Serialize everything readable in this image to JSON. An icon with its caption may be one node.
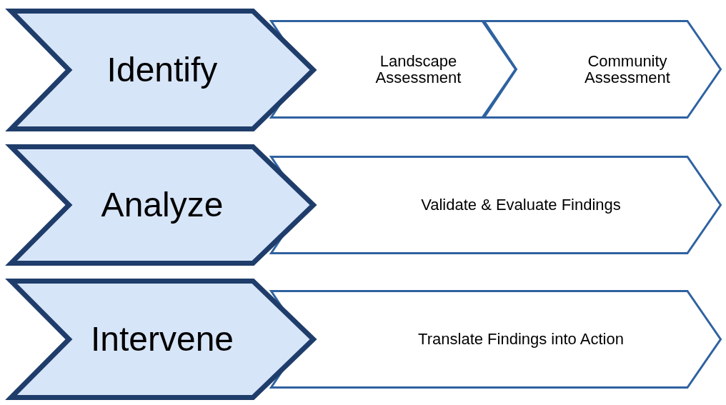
{
  "diagram": {
    "nodes": [
      {
        "text": [
          "Identify"
        ]
      },
      {
        "text": [
          "Landscape Assessment"
        ]
      },
      {
        "text": [
          "Community Assessment"
        ]
      },
      {
        "text": [
          "Analyze"
        ]
      },
      {
        "text": [
          "Validate & Evaluate Findings"
        ]
      },
      {
        "text": [
          "Intervene"
        ]
      },
      {
        "text": [
          "Translate Findings into Action"
        ]
      }
    ]
  }
}
